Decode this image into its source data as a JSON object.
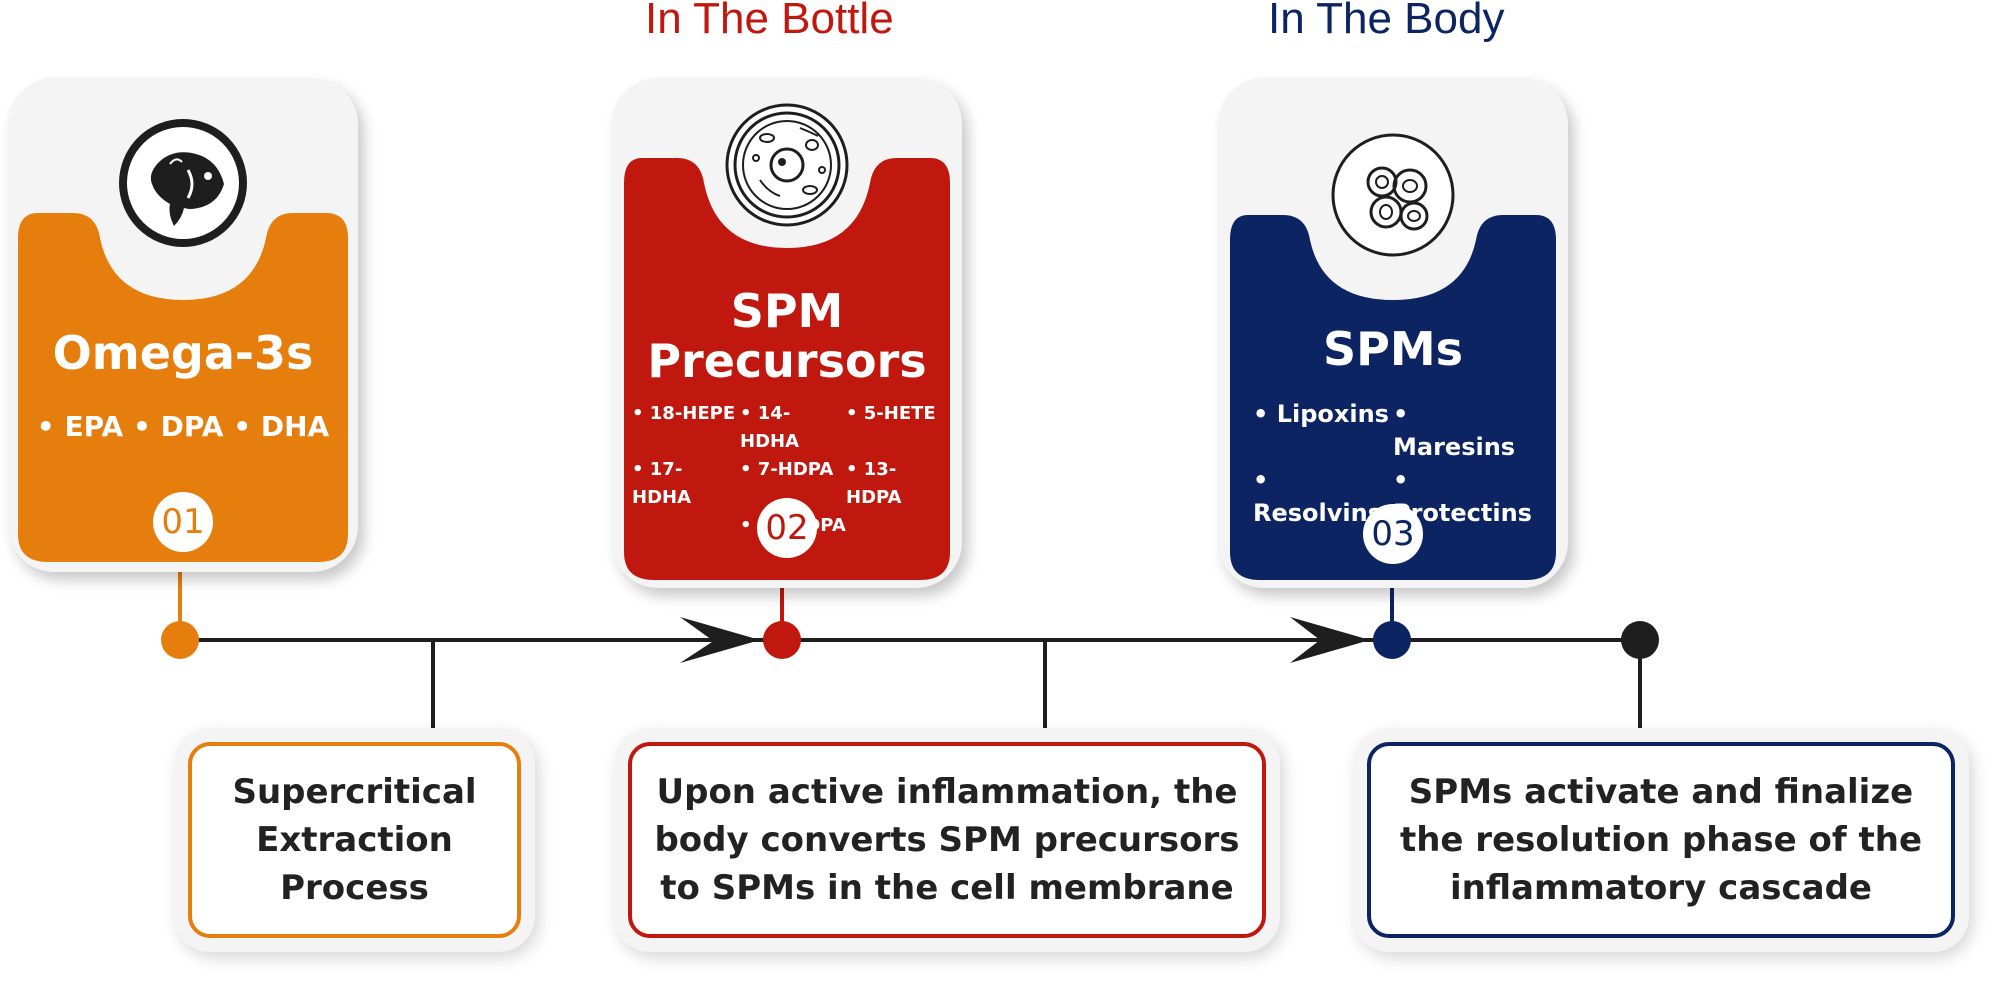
{
  "headers": {
    "bottle": "In The Bottle",
    "body": "In The Body"
  },
  "colors": {
    "orange": "#e67e0e",
    "red": "#c0180e",
    "navy": "#0c2462",
    "black": "#1e1e1e"
  },
  "cards": [
    {
      "icon": "fish-icon",
      "title_lines": [
        "Omega-3s"
      ],
      "items": "• EPA • DPA • DHA",
      "number": "01"
    },
    {
      "icon": "cell-icon",
      "title_lines": [
        "SPM",
        "Precursors"
      ],
      "items_rows": [
        [
          "• 18-HEPE",
          "• 14-HDHA",
          "• 5-HETE"
        ],
        [
          "• 17-HDHA",
          "• 7-HDPA",
          "• 13-HDPA"
        ],
        [
          "",
          "• 17-HDPA",
          ""
        ]
      ],
      "number": "02"
    },
    {
      "icon": "cells-cluster-icon",
      "title_lines": [
        "SPMs"
      ],
      "items_rows": [
        [
          "• Lipoxins",
          "• Maresins"
        ],
        [
          "• Resolvins",
          "• Protectins"
        ]
      ],
      "number": "03"
    }
  ],
  "descriptions": [
    {
      "lines": [
        "Supercritical",
        "Extraction",
        "Process"
      ]
    },
    {
      "lines": [
        "Upon active inflammation, the",
        "body converts SPM precursors",
        "to SPMs in the cell membrane"
      ]
    },
    {
      "lines": [
        "SPMs activate and finalize",
        "the resolution phase of the",
        "inflammatory cascade"
      ]
    }
  ]
}
